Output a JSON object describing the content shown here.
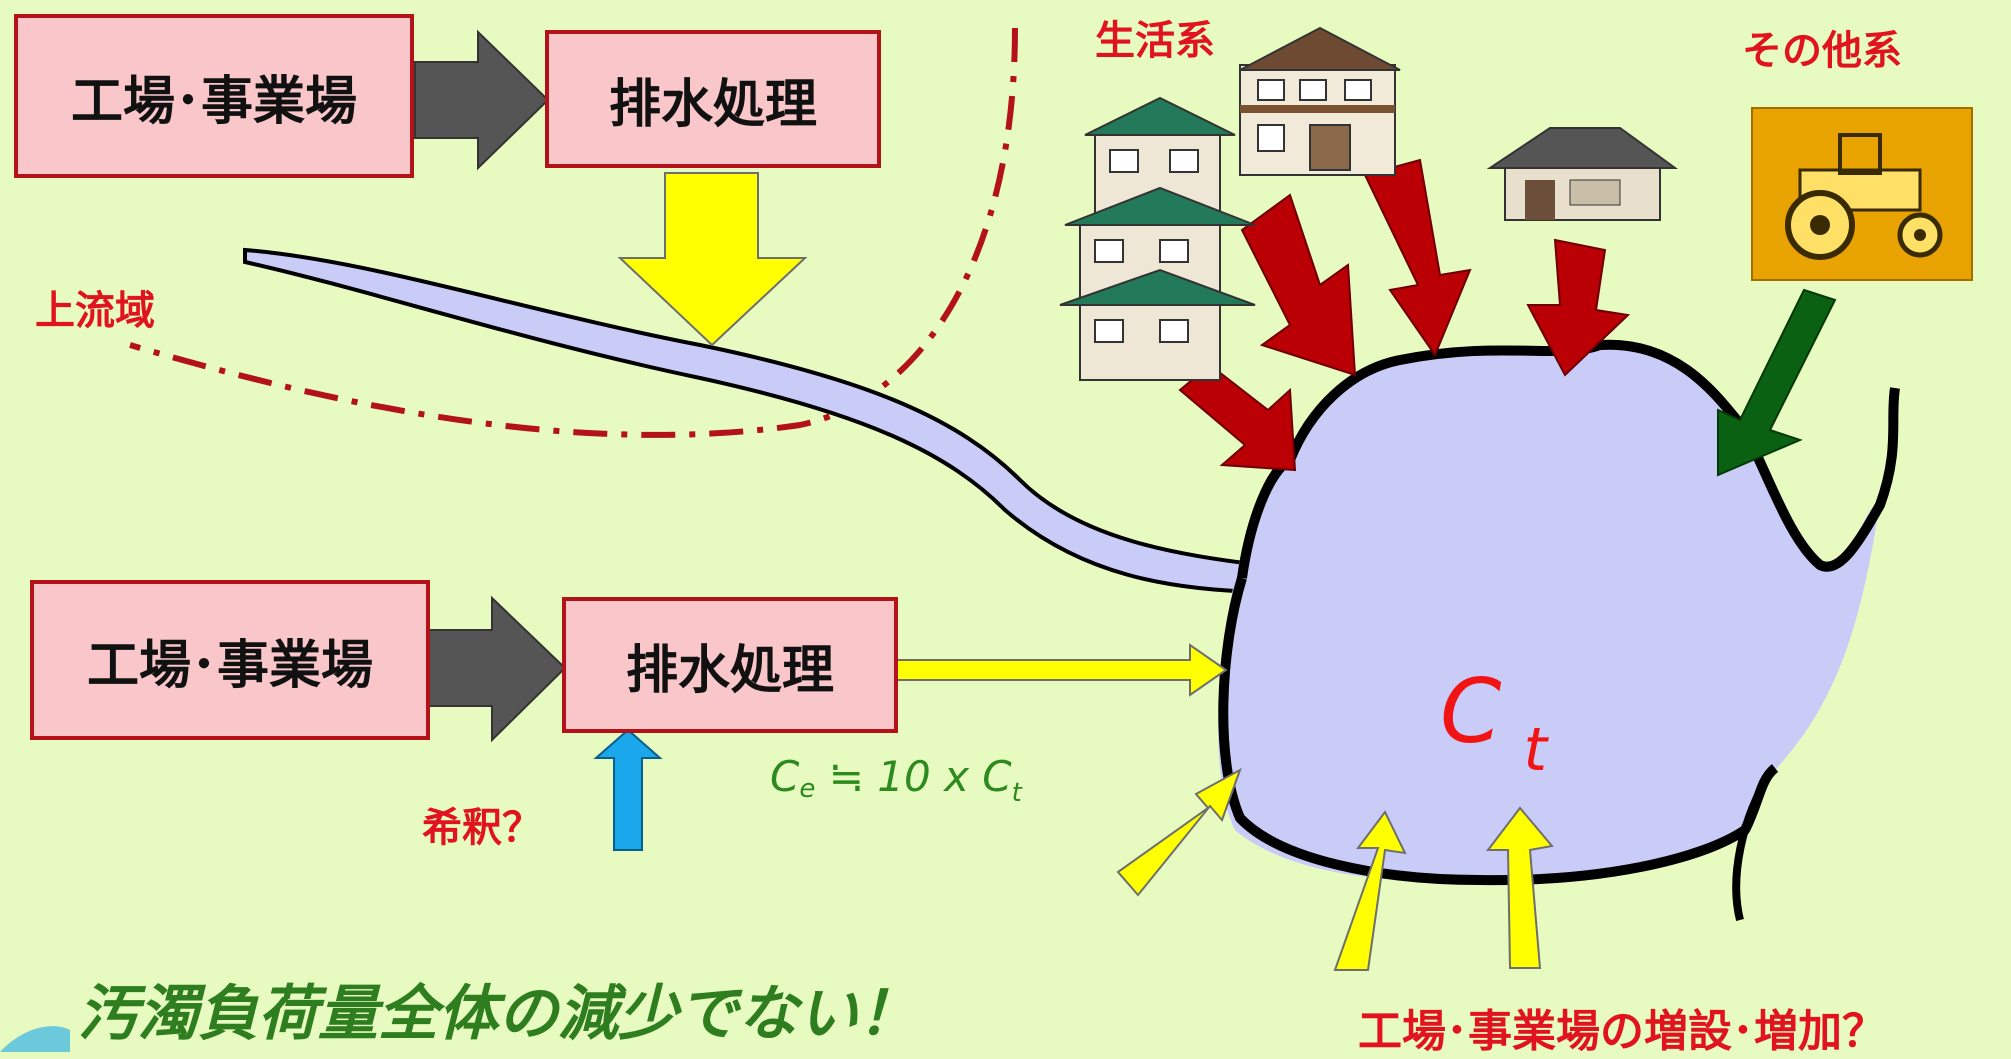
{
  "boxes": {
    "upper_source": "工場･事業場",
    "upper_treatment": "排水処理",
    "lower_source": "工場･事業場",
    "lower_treatment": "排水処理"
  },
  "labels": {
    "upstream": "上流域",
    "domestic": "生活系",
    "other": "その他系",
    "dilution": "希釈？",
    "effluent_formula": {
      "c": "C",
      "e": "e",
      "approx": "≒",
      "mid": "10 x C",
      "t": "t"
    },
    "ct": {
      "c": "C",
      "t": "t"
    },
    "slogan": "汚濁負荷量全体の減少でない！",
    "increase": "工場･事業場の増設･増加？"
  },
  "colors": {
    "background": "#e7fbc0",
    "box_fill": "#f9c6c9",
    "box_border": "#b3121b",
    "lake": "#c8ccf7",
    "yellow_arrow": "#ffff00",
    "red_arrow": "#bb0005",
    "green_arrow": "#0b6112",
    "gray_arrow": "#555555",
    "blue_arrow": "#1aa7ec",
    "label_red": "#e0131f",
    "label_green": "#2e7d1e"
  },
  "icons": [
    "house-icon",
    "farmhouse-icon",
    "tractor-icon"
  ]
}
